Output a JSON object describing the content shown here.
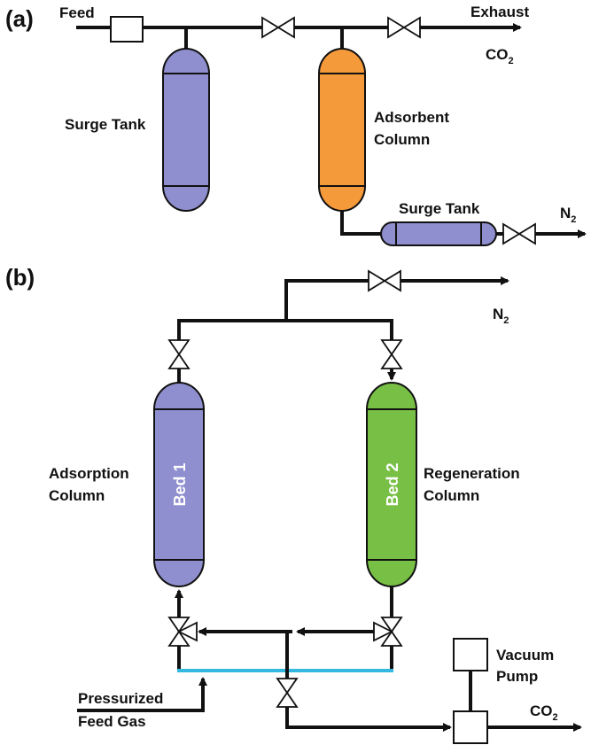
{
  "panel_a": {
    "label": "(a)",
    "feed": "Feed",
    "exhaust": "Exhaust",
    "co2": {
      "base": "CO",
      "sub": "2"
    },
    "surge_tank_left": "Surge Tank",
    "adsorbent_column": [
      "Adsorbent",
      "Column"
    ],
    "surge_tank_right": "Surge Tank",
    "n2": {
      "base": "N",
      "sub": "2"
    }
  },
  "panel_b": {
    "label": "(b)",
    "n2": {
      "base": "N",
      "sub": "2"
    },
    "adsorption_column": [
      "Adsorption",
      "Column"
    ],
    "regeneration_column": [
      "Regeneration",
      "Column"
    ],
    "bed1": "Bed 1",
    "bed2": "Bed 2",
    "vacuum_pump": [
      "Vacuum",
      "Pump"
    ],
    "co2": {
      "base": "CO",
      "sub": "2"
    },
    "feed_gas": [
      "Pressurized",
      "Feed Gas"
    ]
  },
  "colors": {
    "surge_tank": "#8f8fd0",
    "adsorbent_column": "#f59a3a",
    "bed1": "#8f8fd0",
    "bed2": "#78bf45",
    "manifold": "#33b8e0"
  }
}
